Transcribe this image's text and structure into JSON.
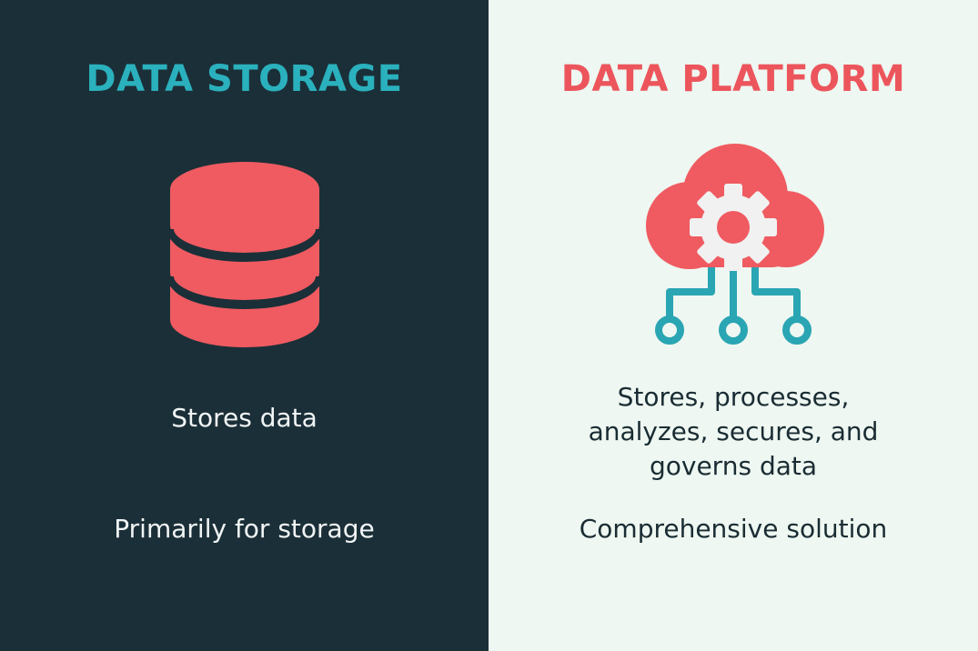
{
  "left_panel": {
    "title": "DATA STORAGE",
    "icon": "database-icon",
    "description": "Stores data",
    "purpose": "Primarily for storage"
  },
  "right_panel": {
    "title": "DATA PLATFORM",
    "icon": "cloud-gear-network-icon",
    "description": "Stores, processes, analyzes, secures, and governs data",
    "purpose": "Comprehensive solution"
  },
  "colors": {
    "left_background": "#1b2f38",
    "right_background": "#eef7f1",
    "accent_teal": "#2ab1bd",
    "accent_red": "#ec555c",
    "light_text": "#f1f5f5",
    "dark_text": "#1a2c33"
  }
}
